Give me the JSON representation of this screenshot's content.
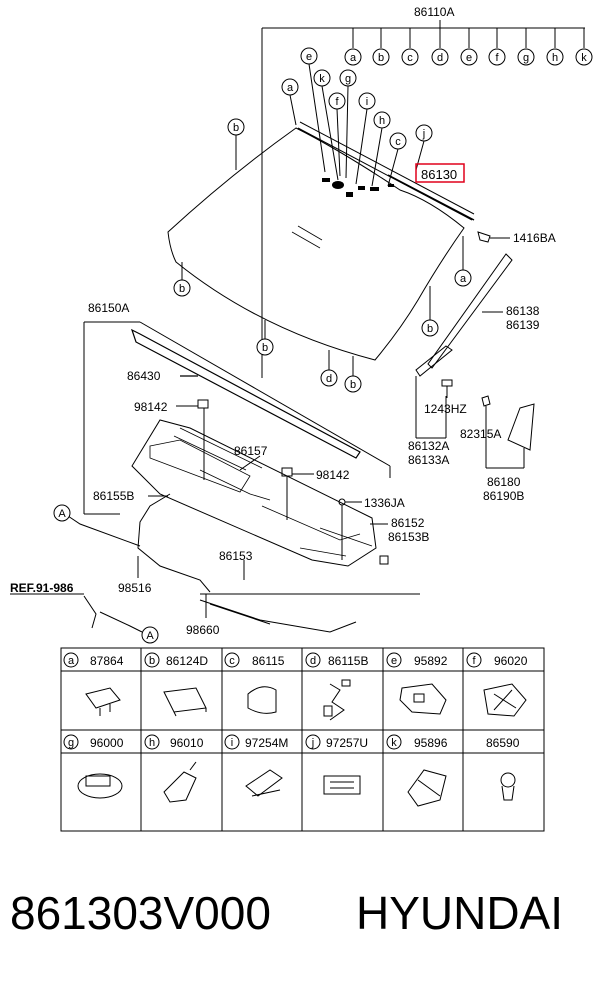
{
  "labels": {
    "main_assembly": "86110A",
    "highlight_part": "86130",
    "clip_top_right": "1416BA",
    "side_molding": [
      "86138",
      "86139"
    ],
    "side_bracket": [
      "86132A",
      "86133A"
    ],
    "screw": "1243HZ",
    "bracket_a": "82315A",
    "bracket_b": [
      "86180",
      "86190B"
    ],
    "cowl_assembly": "86150A",
    "seal_rubber": "86430",
    "nozzle_left": "98142",
    "nozzle_right": "98142",
    "cowl_panel": "86157",
    "hose_left": "86155B",
    "clip_1336": "1336JA",
    "cowl_side": [
      "86152",
      "86153B"
    ],
    "cowl_lower": "86153",
    "hose_98516": "98516",
    "hose_98660": "98660",
    "ref": "REF.91-986",
    "point_a": "A"
  },
  "callout_letters": [
    "a",
    "b",
    "c",
    "d",
    "e",
    "f",
    "g",
    "h",
    "i",
    "j",
    "k"
  ],
  "legend": {
    "row1": [
      {
        "key": "a",
        "part": "87864"
      },
      {
        "key": "b",
        "part": "86124D"
      },
      {
        "key": "c",
        "part": "86115"
      },
      {
        "key": "d",
        "part": "86115B"
      },
      {
        "key": "e",
        "part": "95892"
      },
      {
        "key": "f",
        "part": "96020"
      }
    ],
    "row2": [
      {
        "key": "g",
        "part": "96000"
      },
      {
        "key": "h",
        "part": "96010"
      },
      {
        "key": "i",
        "part": "97254M"
      },
      {
        "key": "j",
        "part": "97257U"
      },
      {
        "key": "k",
        "part": "95896"
      },
      {
        "key": "",
        "part": "86590"
      }
    ]
  },
  "caption": {
    "part_number": "861303V000",
    "brand": "HYUNDAI"
  },
  "colors": {
    "line": "#000000",
    "highlight": "#e0001b",
    "highlight_text": "#e0001b"
  }
}
